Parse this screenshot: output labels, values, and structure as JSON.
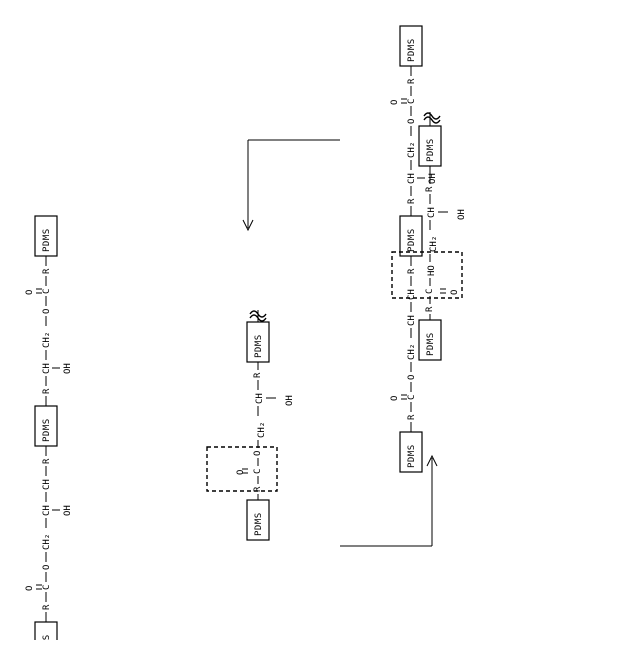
{
  "labels": {
    "pdms": "PDMS",
    "r": "R",
    "c": "C",
    "o": "O",
    "ch": "CH",
    "ch2": "CH₂",
    "oh": "OH",
    "ho": "HO",
    "dbl_o": "O"
  },
  "colors": {
    "ink": "#000000",
    "background": "#ffffff"
  },
  "icons": {
    "arrow_down": "arrow-down-icon",
    "arrow_up": "arrow-up-icon",
    "wavy_end": "wavy-bond-icon"
  }
}
